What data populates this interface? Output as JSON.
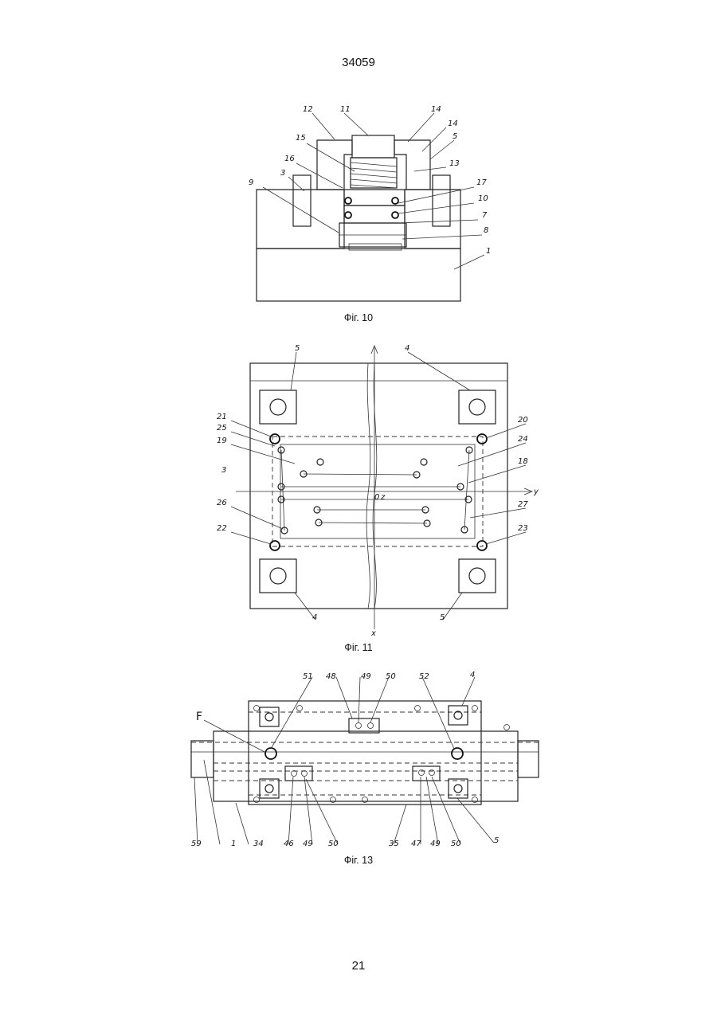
{
  "page": {
    "header_number": "34059",
    "footer_number": "21"
  },
  "figures": [
    {
      "caption": "Фіг. 10",
      "labels": [
        "12",
        "11",
        "14",
        "14",
        "5",
        "13",
        "15",
        "16",
        "3",
        "9",
        "17",
        "10",
        "7",
        "8",
        "1"
      ]
    },
    {
      "caption": "Фіг. 11",
      "labels": [
        "5",
        "4",
        "21",
        "20",
        "25",
        "24",
        "19",
        "18",
        "3",
        "y",
        "0",
        "z",
        "26",
        "27",
        "22",
        "23",
        "4",
        "5",
        "x"
      ]
    },
    {
      "caption": "Фіг. 13",
      "labels": [
        "51",
        "48",
        "49",
        "50",
        "52",
        "4",
        "F",
        "59",
        "1",
        "34",
        "46",
        "49",
        "50",
        "35",
        "47",
        "49",
        "50",
        "5"
      ]
    }
  ]
}
